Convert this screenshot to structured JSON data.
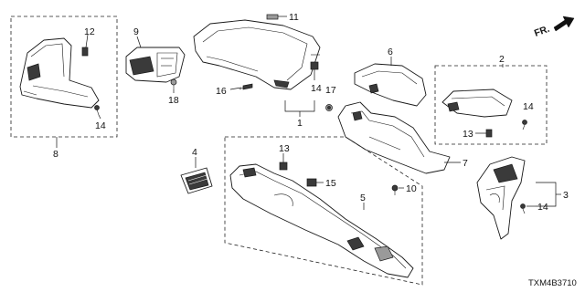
{
  "diagram": {
    "diagram_code": "TXM4B3710",
    "front_indicator": "FR.",
    "callouts": {
      "c1": "1",
      "c2": "2",
      "c3": "3",
      "c4": "4",
      "c5": "5",
      "c6": "6",
      "c7": "7",
      "c8": "8",
      "c9": "9",
      "c10": "10",
      "c11": "11",
      "c12": "12",
      "c13a": "13",
      "c13b": "13",
      "c14a": "14",
      "c14b": "14",
      "c14c": "14",
      "c14d": "14",
      "c15": "15",
      "c16": "16",
      "c17": "17",
      "c18": "18"
    }
  }
}
